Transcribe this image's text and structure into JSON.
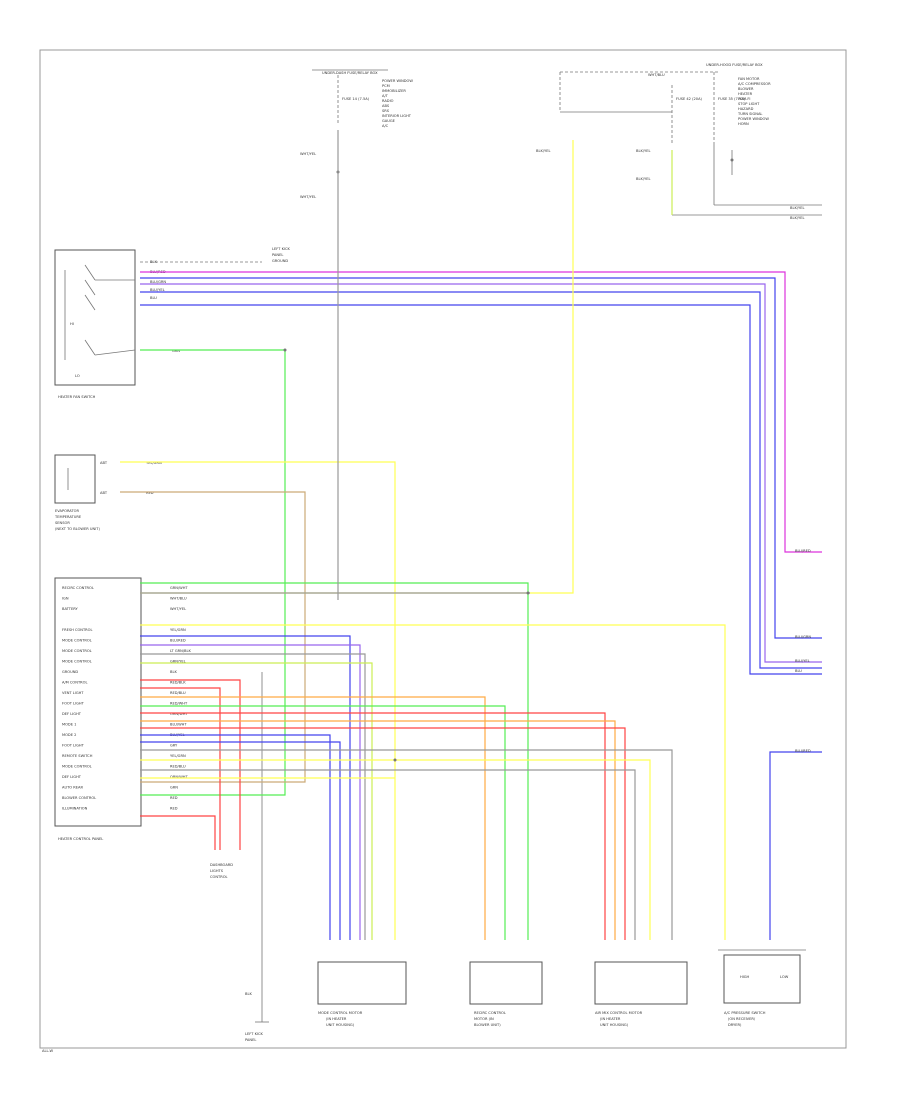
{
  "diagram": {
    "footer_code": "ALL-W",
    "fuse_box_top": {
      "title": "UNDER-DASH FUSE/RELAY BOX",
      "fuse_label": "FUSE 14 (7.5A)",
      "wire_a": "WHT/YEL",
      "wire_b": "WHT/YEL",
      "notes": [
        "POWER WINDOW",
        "PCM",
        "IMMOBILIZER",
        "A/T",
        "RADIO",
        "ABS",
        "SRS",
        "INTERIOR LIGHT",
        "GAUGE",
        "A/C"
      ]
    },
    "fuse_box_right": {
      "title": "UNDER-HOOD FUSE/RELAY BOX",
      "wire_top": "WHT/BLU",
      "fuse_a": "FUSE 42 (20A)",
      "fuse_b": "FUSE 35 (7.5A)",
      "wire_a": "BLK/YEL",
      "wire_b": "BLK/YEL",
      "wire_c": "BLK/YEL",
      "notes": [
        "FAN MOTOR",
        "A/C COMPRESSOR",
        "BLOWER",
        "HEATER",
        "PGM-FI",
        "STOP LIGHT",
        "HAZARD",
        "TURN SIGNAL",
        "POWER WINDOW",
        "HORN"
      ],
      "out_wires": [
        "BLK/YEL",
        "BLK/YEL"
      ]
    },
    "heater_fan_switch": {
      "name": "HEATER FAN SWITCH",
      "labels": [
        "HI",
        "LO"
      ],
      "wires": [
        "BLK",
        "BLU/RED",
        "BLU/GRN",
        "BLU/YEL",
        "BLU"
      ],
      "ground_note": [
        "LEFT KICK",
        "PANEL",
        "GROUND"
      ],
      "aux_wire": "GRN"
    },
    "sensor": {
      "name": [
        "EVAPORATOR",
        "TEMPERATURE",
        "SENSOR",
        "(NEXT TO BLOWER UNIT)"
      ],
      "pin_labels": [
        "ABT",
        "ABT"
      ],
      "wires": [
        "YEL/GRN",
        "RED"
      ]
    },
    "control_panel": {
      "name": "HEATER CONTROL PANEL",
      "pins": [
        "RECIRC CONTROL",
        "IGN",
        "BATTERY",
        "",
        "FRESH CONTROL",
        "MODE CONTROL",
        "MODE CONTROL",
        "MODE CONTROL",
        "GROUND",
        "A/M CONTROL",
        "VENT LIGHT",
        "FOOT LIGHT",
        "DEF LIGHT",
        "MODE 1",
        "MODE 2",
        "FOOT LIGHT",
        "REMOTE SWITCH",
        "MODE CONTROL",
        "DEF LIGHT",
        "AUTO REAR",
        "BLOWER CONTROL",
        "ILLUMINATION"
      ],
      "wires": [
        "GRN/WHT",
        "WHT/BLU",
        "WHT/YEL",
        "",
        "YEL/GRN",
        "BLU/RED",
        "LT GRN/BLK",
        "GRN/YEL",
        "BLK",
        "RED/BLK",
        "RED/BLU",
        "RED/WHT",
        "ORN/WHT",
        "BLU/WHT",
        "BLU/YEL",
        "GRY",
        "YEL/GRN",
        "RED/BLU",
        "ORN/WHT",
        "GRN",
        "RED",
        "RED"
      ]
    },
    "illumination_note": [
      "DASHBOARD",
      "LIGHTS",
      "CONTROL"
    ],
    "ground_note": [
      "BLK",
      "LEFT KICK",
      "PANEL"
    ],
    "connectors": [
      {
        "name": [
          "MODE CONTROL MOTOR",
          "(IN HEATER",
          "UNIT HOUSING)"
        ]
      },
      {
        "name": [
          "RECIRC CONTROL",
          "MOTOR (IN",
          "BLOWER UNIT)"
        ]
      },
      {
        "name": [
          "AIR MIX CONTROL MOTOR",
          "(IN HEATER",
          "UNIT HOUSING)"
        ]
      },
      {
        "name": [
          "A/C PRESSURE SWITCH",
          "(ON RECEIVER/",
          "DRYER)"
        ],
        "labels": [
          "HIGH",
          "LOW"
        ]
      }
    ],
    "right_wires": [
      "BLU/RED",
      "BLU/GRN",
      "BLU/YEL",
      "BLU",
      "BLU/RED"
    ]
  },
  "wire_colors": {
    "magenta": "#dd33dd",
    "blue": "#4444ee",
    "violet": "#9966ee",
    "green": "#55ee55",
    "yellow": "#ffff55",
    "red": "#ff4444",
    "orange": "#ffaa44",
    "gray": "#999999",
    "brown": "#ccaa77",
    "yellowgreen": "#ccee55"
  }
}
